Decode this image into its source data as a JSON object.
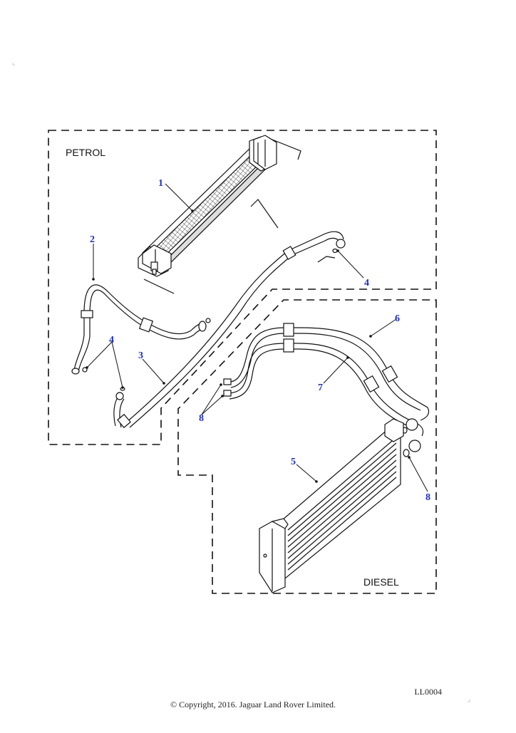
{
  "sections": {
    "petrol": "PETROL",
    "diesel": "DIESEL"
  },
  "callouts": {
    "c1": "1",
    "c2": "2",
    "c3": "3",
    "c4a": "4",
    "c4b": "4",
    "c5": "5",
    "c6": "6",
    "c7": "7",
    "c8a": "8",
    "c8b": "8"
  },
  "colors": {
    "callout": "#1f2fbf",
    "line": "#111111"
  },
  "footer": {
    "diagram_ref": "LL0004",
    "copyright": "© Copyright, 2016. Jaguar Land Rover Limited."
  }
}
